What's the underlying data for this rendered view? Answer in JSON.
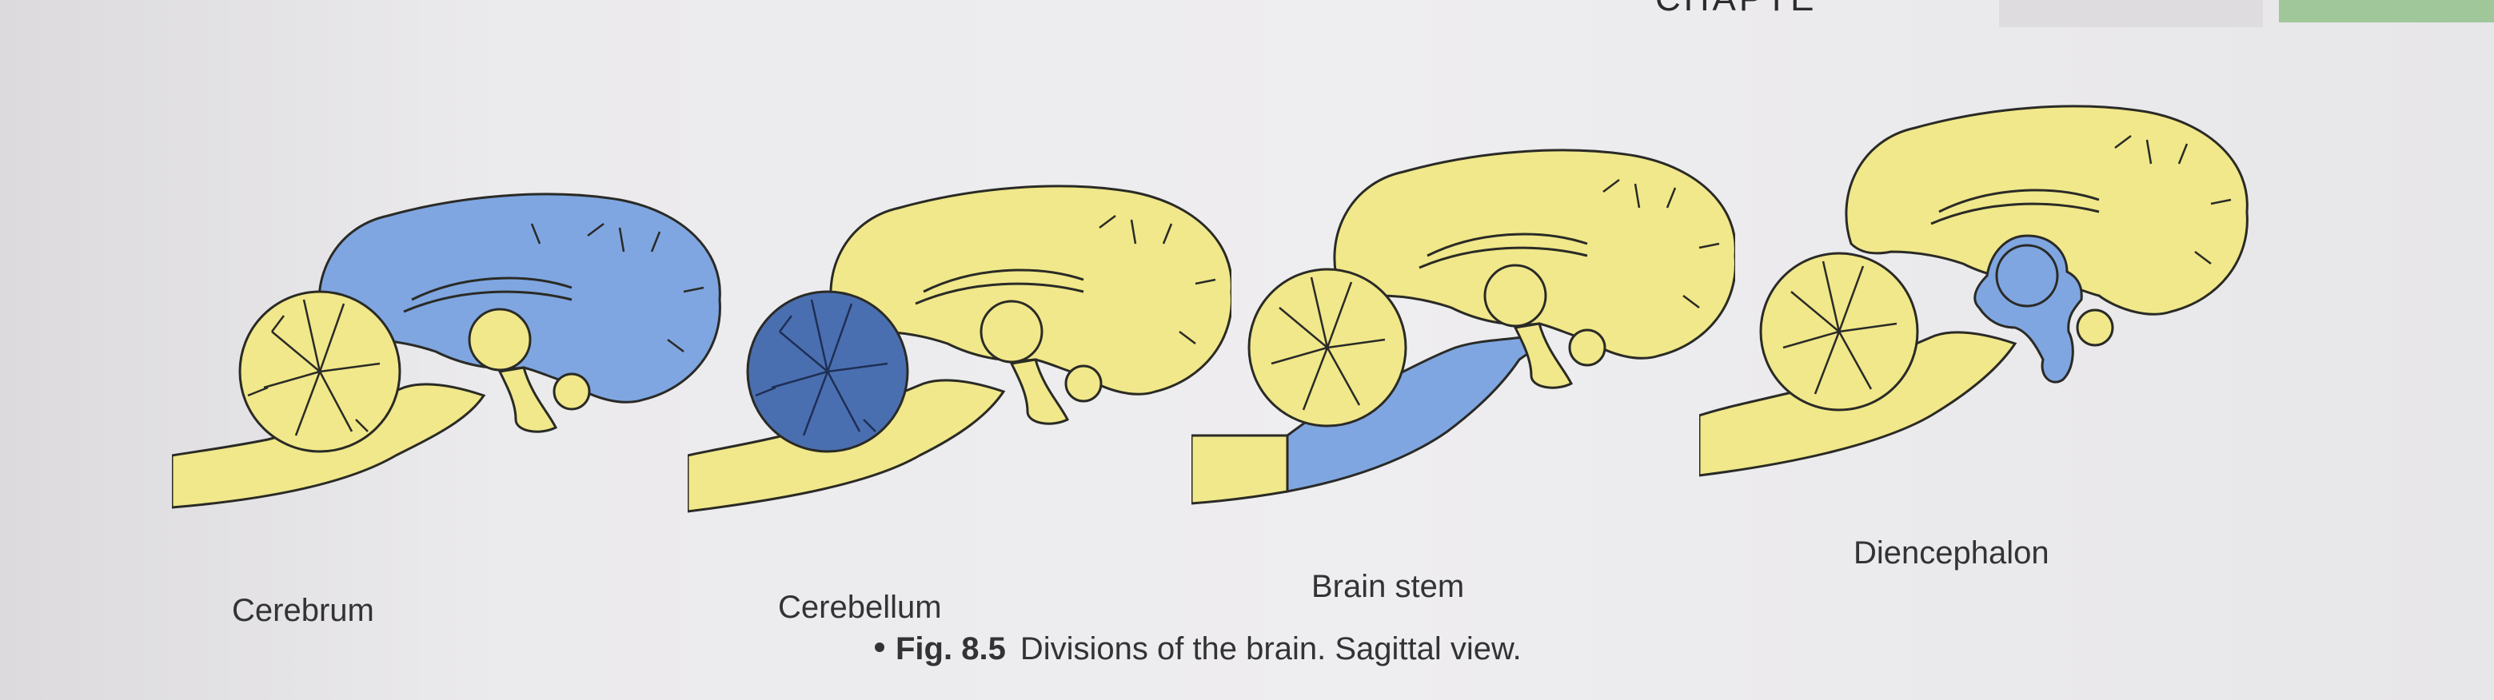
{
  "page": {
    "header_fragment": "CHAPTE"
  },
  "figure": {
    "number": "Fig. 8.5",
    "caption": "Divisions of the brain. Sagittal view.",
    "colors": {
      "highlight": "#7fa6e0",
      "base": "#f0e88a",
      "outline": "#2a2a26",
      "cerebellum_dark": "#4a6fb0"
    },
    "panels": [
      {
        "label": "Cerebrum",
        "highlighted_region": "cerebrum"
      },
      {
        "label": "Cerebellum",
        "highlighted_region": "cerebellum"
      },
      {
        "label": "Brain stem",
        "highlighted_region": "brain-stem"
      },
      {
        "label": "Diencephalon",
        "highlighted_region": "diencephalon"
      }
    ]
  }
}
